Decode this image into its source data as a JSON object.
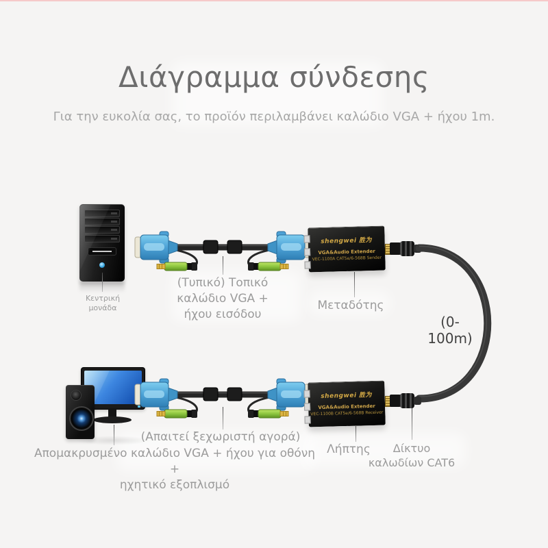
{
  "page": {
    "top_accent_color": "#f6c9c9",
    "background_color": "#f5f4f3"
  },
  "header": {
    "title": "Διάγραμμα σύνδεσης",
    "subtitle": "Για την ευκολία σας, το προϊόν περιλαμβάνει καλώδιο VGA + ήχου 1m."
  },
  "top_row": {
    "computer_label": "Κεντρική μονάδα",
    "cable_label": {
      "line1": "(Τυπικό) Τοπικό",
      "line2": "καλώδιο VGA +",
      "line3": "ήχου εισόδου"
    },
    "device": {
      "brand": "shengwei 胜为",
      "product": "VGA&Audio Extender",
      "model": "VEC-1100A  CAT5e/6-568B  Sender",
      "label": "Μεταδότης"
    }
  },
  "cat6": {
    "distance": "(0-100m)",
    "label": {
      "line1": "Δίκτυο",
      "line2": "καλωδίων CAT6"
    }
  },
  "bottom_row": {
    "device": {
      "brand": "shengwei 胜为",
      "product": "VGA&Audio Extender",
      "model": "VEC-1100B  CAT5e/6-568B  Receiver",
      "label": "Λήπτης"
    },
    "note": {
      "line1": "(Απαιτεί ξεχωριστή αγορά)",
      "line2": "Απομακρυσμένο καλώδιο VGA + ήχου για οθόνη +",
      "line3": "ηχητικό εξοπλισμό"
    }
  },
  "icons": {
    "computer_tower": "pc-tower-illustration",
    "vga_cable": "vga-audio-cable-illustration",
    "extender_box": "extender-box-illustration",
    "rj45": "rj45-plug-illustration",
    "monitor_speaker": "monitor-speaker-illustration"
  },
  "colors": {
    "title_gray": "#6d6d6d",
    "subtitle_gray": "#a7a7a7",
    "label_gray": "#9b9b9b",
    "distance_gray": "#424242",
    "vga_blue": "#4da2d6",
    "audio_green": "#8dc63f",
    "gold_text": "#d2a845",
    "cable_dark": "#383838"
  }
}
